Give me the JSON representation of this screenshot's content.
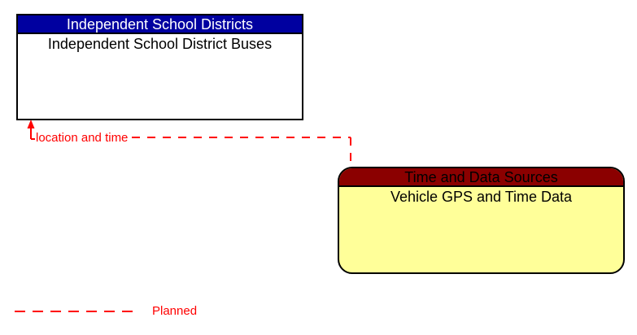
{
  "entities": [
    {
      "name": "Independent School Districts",
      "element": "Independent School District Buses",
      "shape": "rectangle",
      "header_bg": "#0000A0",
      "header_text_color": "#FFFFFF",
      "body_bg": "#FFFFFF",
      "border_color": "#000000"
    },
    {
      "name": "Time and Data Sources",
      "element": "Vehicle GPS and Time Data",
      "shape": "rounded-rectangle",
      "header_bg": "#8B0000",
      "header_text_color": "#000000",
      "body_bg": "#FFFF99",
      "border_color": "#000000"
    }
  ],
  "flows": [
    {
      "label": "location and time",
      "from": "Vehicle GPS and Time Data",
      "to": "Independent School District Buses",
      "status": "Planned",
      "color": "#FF0000",
      "line_style": "dashed",
      "arrow_direction": "up-into-destination"
    }
  ],
  "legend": [
    {
      "label": "Planned",
      "color": "#FF0000",
      "line_style": "dashed"
    }
  ]
}
